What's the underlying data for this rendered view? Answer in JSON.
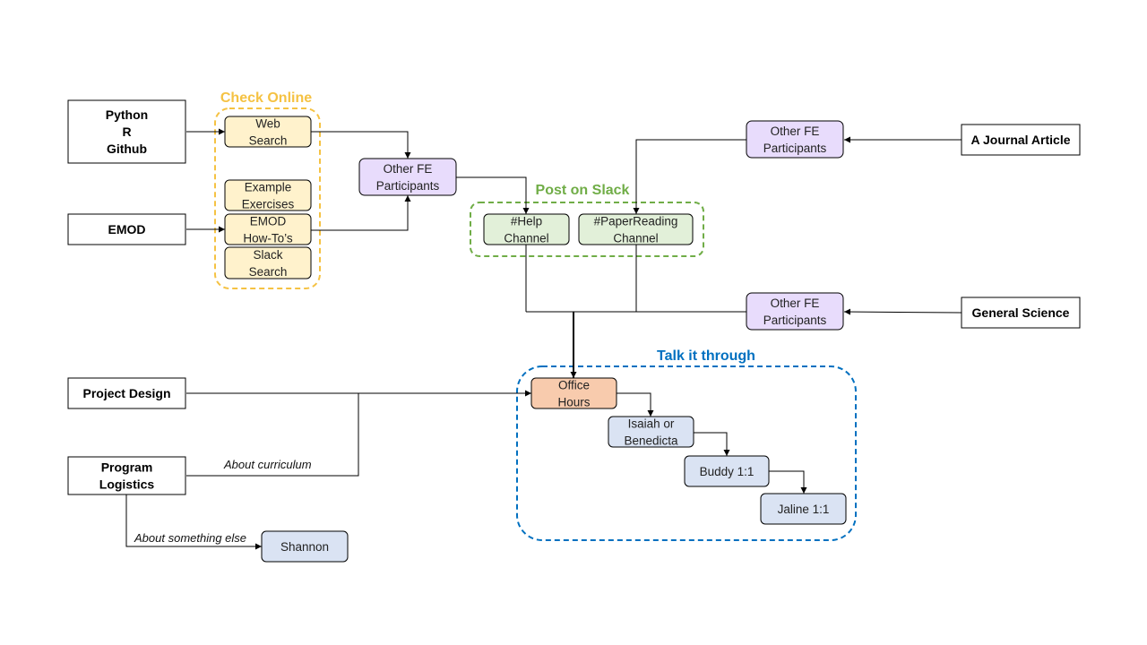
{
  "groups": {
    "check_online": {
      "title": "Check Online",
      "color": "#f5c243"
    },
    "post_on_slack": {
      "title": "Post on Slack",
      "color": "#70ad47"
    },
    "talk_it_through": {
      "title": "Talk it through",
      "color": "#0070c0"
    }
  },
  "colors": {
    "source_fill": "#ffffff",
    "online_fill": "#fff2cc",
    "participant_fill": "#e8dcfc",
    "slack_fill": "#e2f0d9",
    "office_fill": "#f8cbad",
    "talk_fill": "#dae3f3",
    "stroke": "#000000"
  },
  "sources": {
    "python_r_github": [
      "Python",
      "R",
      "Github"
    ],
    "emod": [
      "EMOD"
    ],
    "journal_article": [
      "A Journal Article"
    ],
    "general_science": [
      "General Science"
    ],
    "project_design": [
      "Project Design"
    ],
    "program_logistics": [
      "Program",
      "Logistics"
    ]
  },
  "online": {
    "web_search": [
      "Web",
      "Search"
    ],
    "example_exercises": [
      "Example",
      "Exercises"
    ],
    "emod_howtos": [
      "EMOD",
      "How-To’s"
    ],
    "slack_search": [
      "Slack",
      "Search"
    ]
  },
  "participants": {
    "p1": [
      "Other FE",
      "Participants"
    ],
    "p2": [
      "Other FE",
      "Participants"
    ],
    "p3": [
      "Other FE",
      "Participants"
    ]
  },
  "slack": {
    "help": [
      "#Help",
      "Channel"
    ],
    "paper_reading": [
      "#PaperReading",
      "Channel"
    ]
  },
  "talk": {
    "office_hours": [
      "Office",
      "Hours"
    ],
    "isaiah_benedicta": [
      "Isaiah or",
      "Benedicta"
    ],
    "buddy": [
      "Buddy 1:1"
    ],
    "jaline": [
      "Jaline 1:1"
    ]
  },
  "shannon": [
    "Shannon"
  ],
  "edge_labels": {
    "about_curriculum": "About curriculum",
    "about_something_else": "About something else"
  }
}
